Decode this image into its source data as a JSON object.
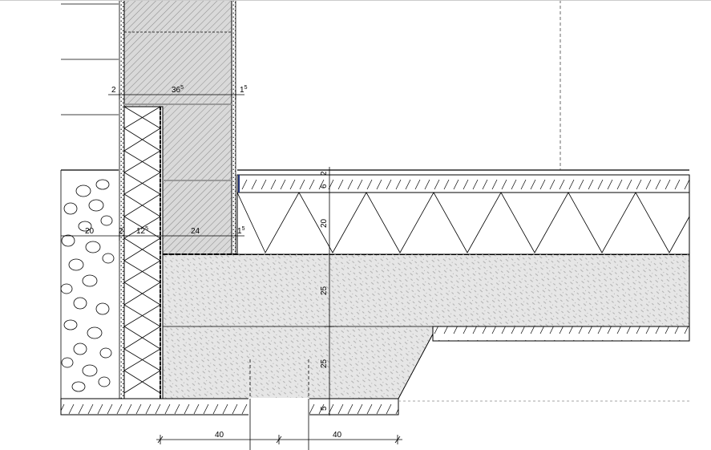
{
  "title": "",
  "colors": {
    "line": "#000000",
    "masonry_fill": "#d9d9d9",
    "concrete_fill": "#e6e6e6",
    "paper": "#ffffff"
  },
  "dimensions": {
    "top_left_gap": "2",
    "wall_width": "36",
    "wall_width_sup": "5",
    "top_right_gap": "1",
    "top_right_gap_sup": "5",
    "bottom_left_gap": "20",
    "bottom_small_gap": "2",
    "insulation_width": "12",
    "insulation_width_sup": "5",
    "wall_lower_width": "24",
    "lower_right_gap": "1",
    "lower_right_gap_sup": "5",
    "screed_top": "2",
    "screed_main": "6",
    "floor_insulation": "20",
    "slab_upper": "25",
    "slab_lower": "25",
    "base_layer": "5",
    "foundation_left": "40",
    "foundation_right": "40"
  },
  "icons": {
    "gravel": "gravel-hatch",
    "insulation": "insulation-zigzag",
    "masonry": "masonry-hatch",
    "concrete": "concrete-hatch"
  }
}
